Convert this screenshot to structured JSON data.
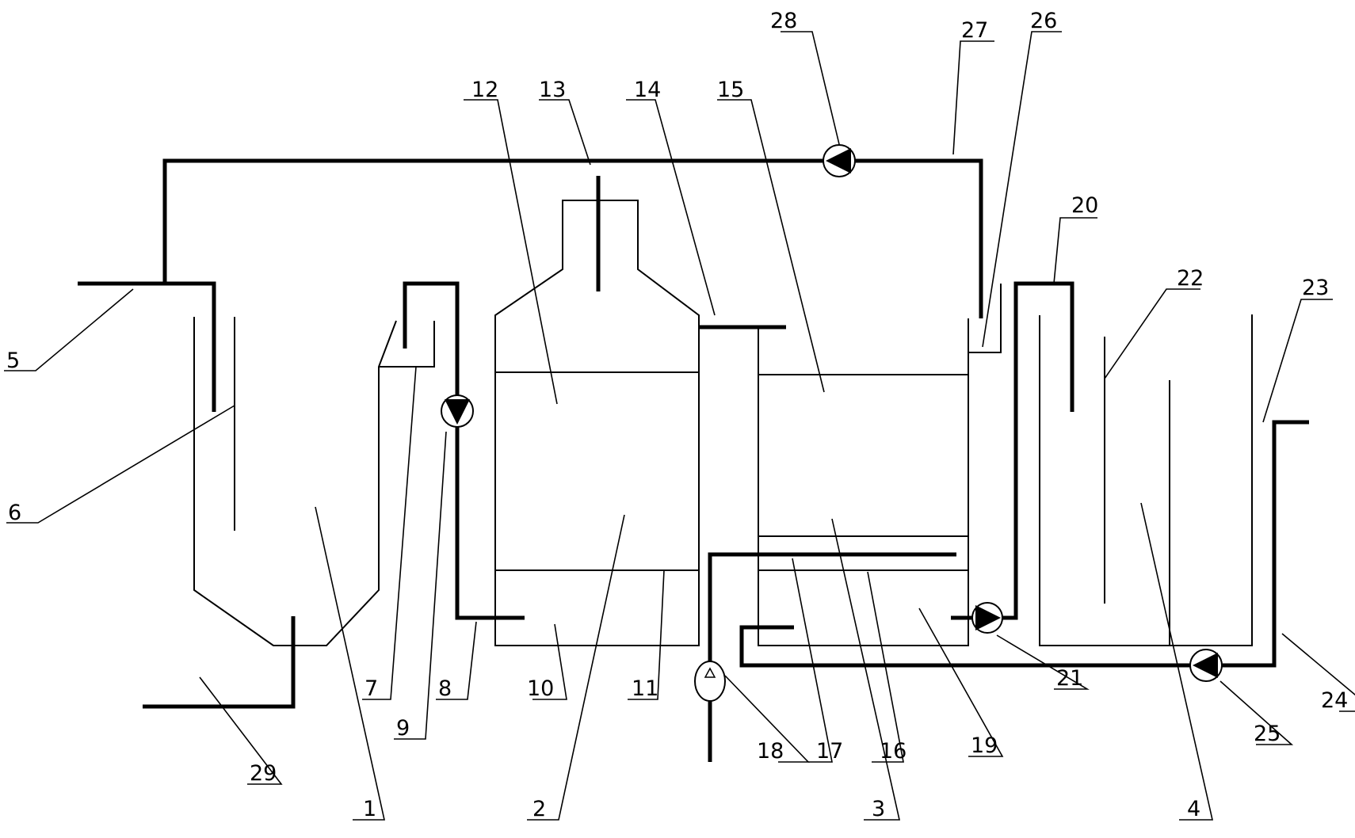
{
  "labels": {
    "l1": "1",
    "l2": "2",
    "l3": "3",
    "l4": "4",
    "l5": "5",
    "l6": "6",
    "l7": "7",
    "l8": "8",
    "l9": "9",
    "l10": "10",
    "l11": "11",
    "l12": "12",
    "l13": "13",
    "l14": "14",
    "l15": "15",
    "l16": "16",
    "l17": "17",
    "l18": "18",
    "l19": "19",
    "l20": "20",
    "l21": "21",
    "l22": "22",
    "l23": "23",
    "l24": "24",
    "l25": "25",
    "l26": "26",
    "l27": "27",
    "l28": "28",
    "l29": "29"
  },
  "colors": {
    "line": "#000000",
    "background": "#ffffff"
  }
}
